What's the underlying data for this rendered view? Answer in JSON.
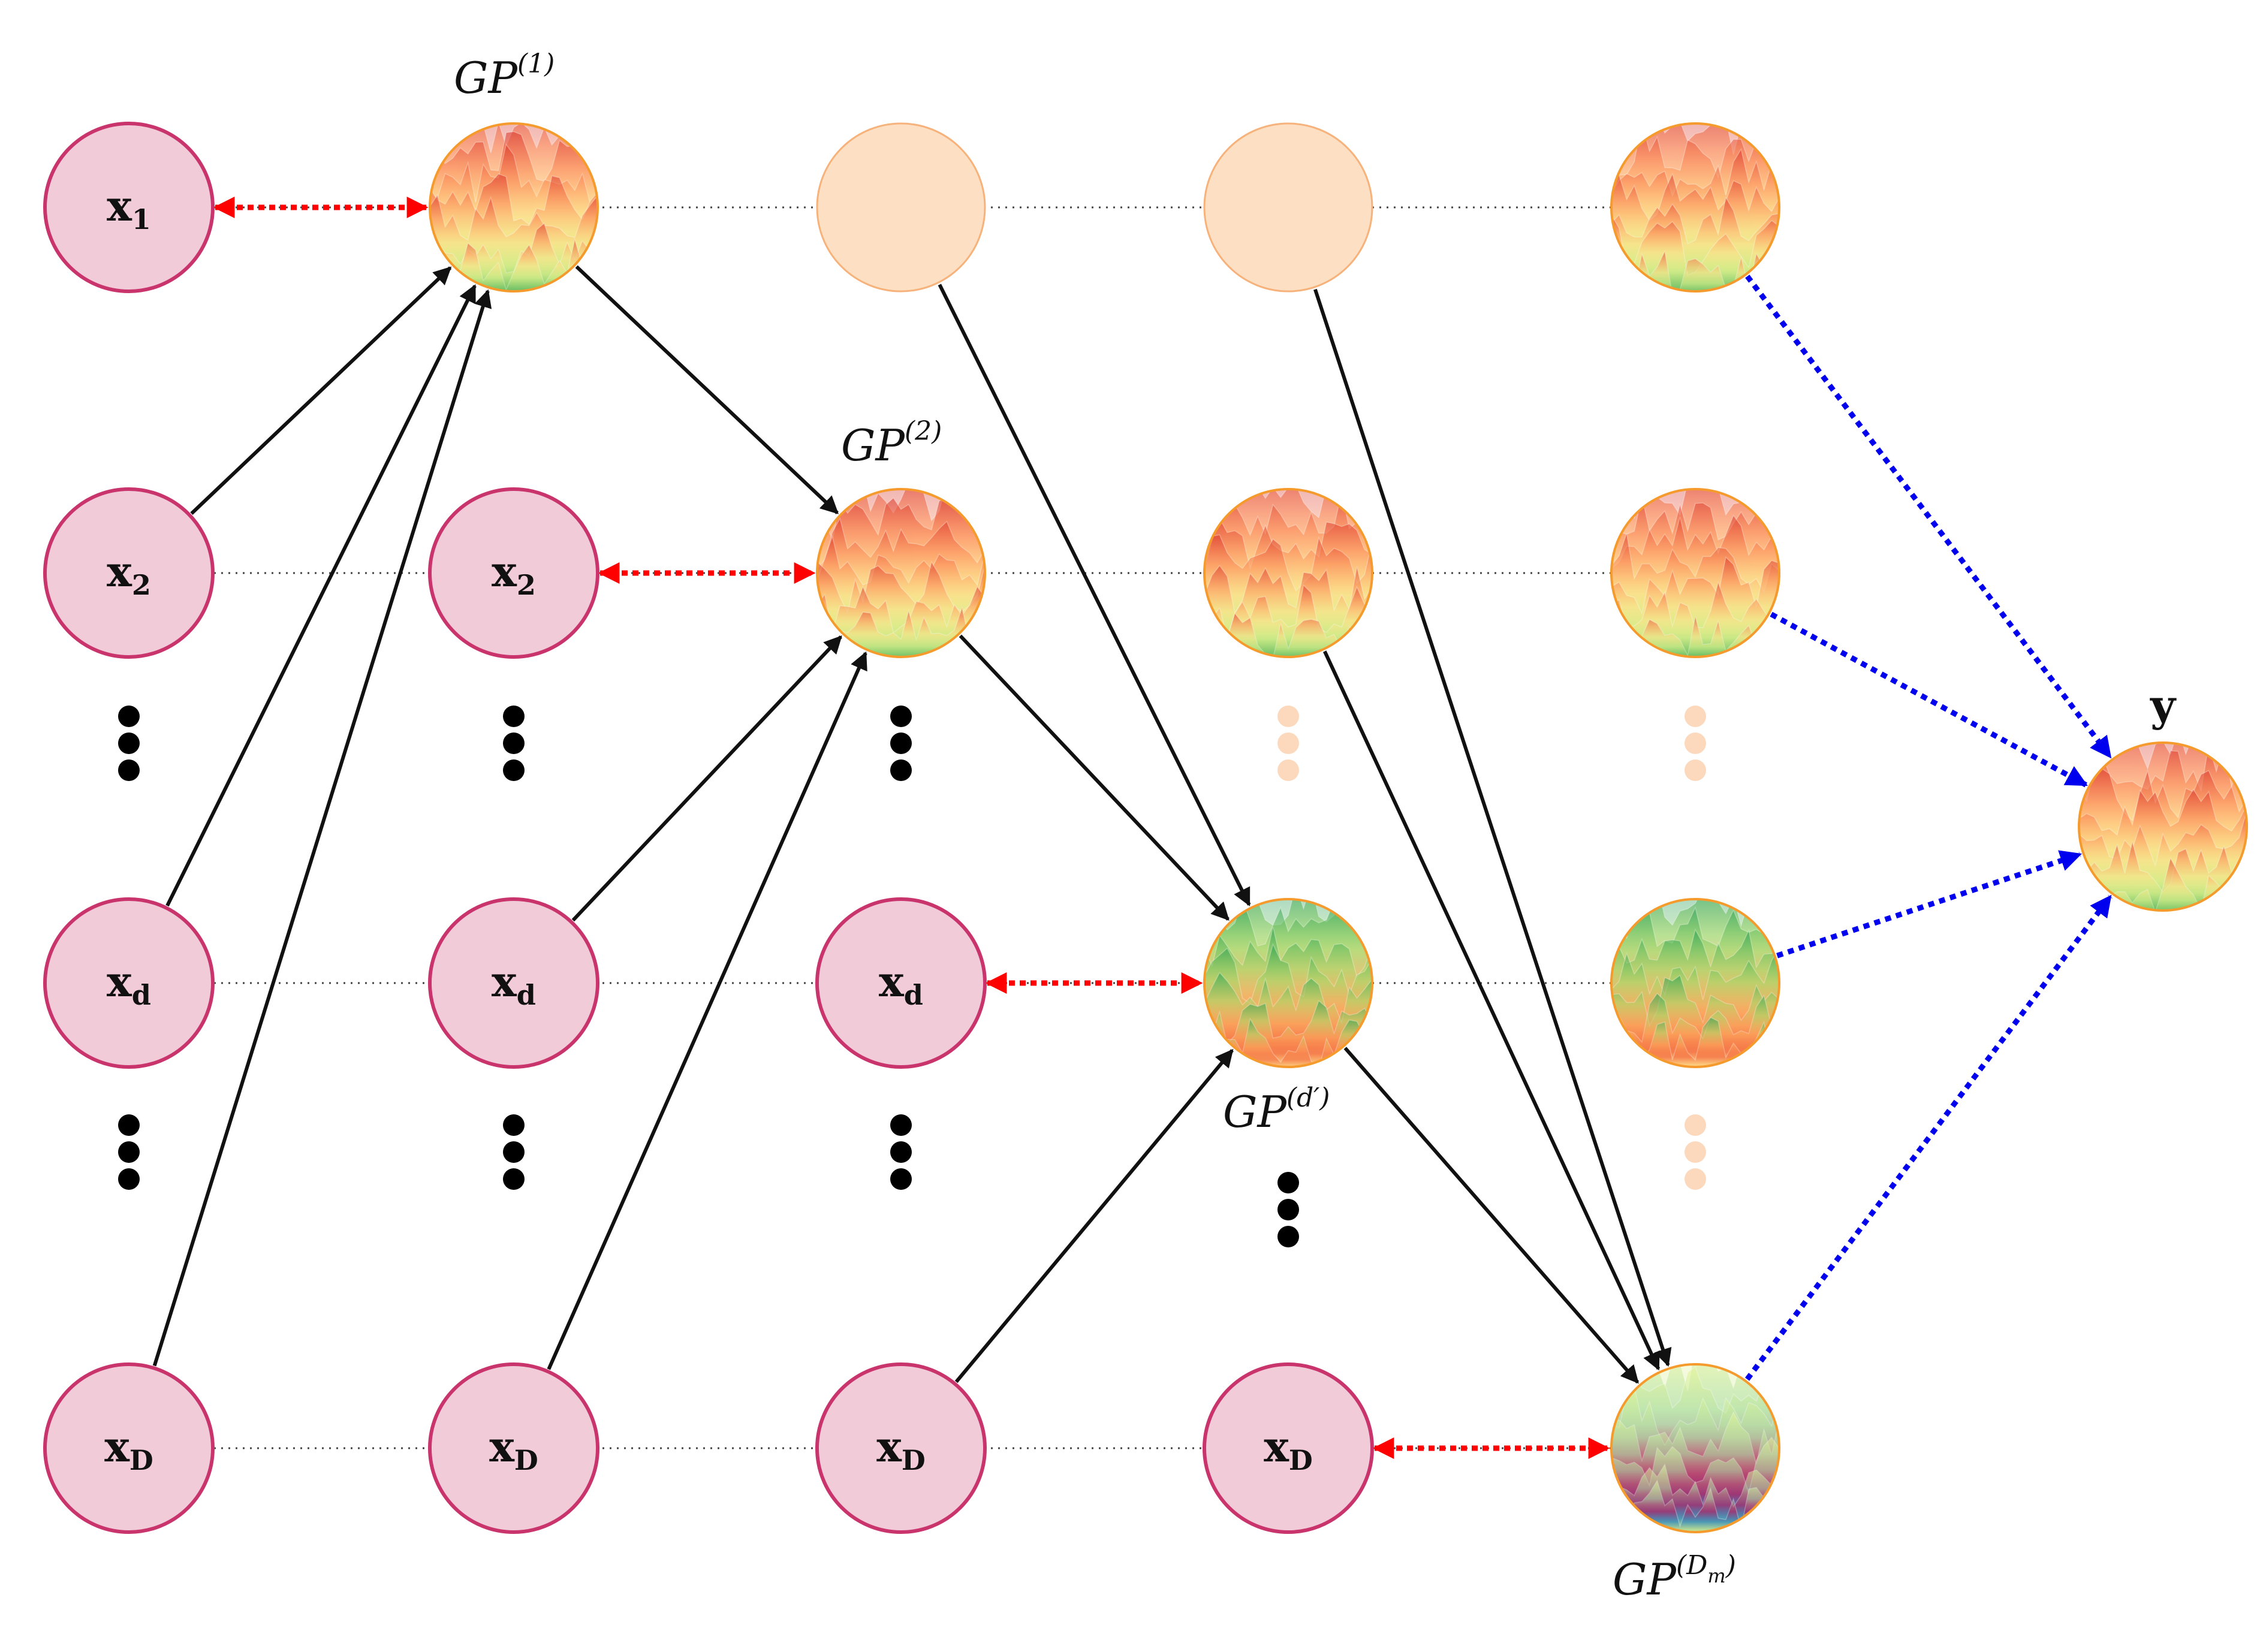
{
  "colors": {
    "input_fill": "#f2cbd9",
    "input_stroke": "#c8346b",
    "placeholder_fill": "#fde0c3",
    "placeholder_stroke": "#f6b27a",
    "gp_stroke": "#f59a2c",
    "solid_arrow": "#111111",
    "link_arrow": "#ff0000",
    "output_arrow": "#0000ee",
    "row_guide": "#444444",
    "dots": "#000000",
    "faded_dots": "#fcd9bd"
  },
  "labels": {
    "gp1": "GP",
    "gp1_sup": "(1)",
    "gp2": "GP",
    "gp2_sup": "(2)",
    "gpd": "GP",
    "gpd_sup": "(d′)",
    "gpdm": "GP",
    "gpdm_sup": "(D",
    "gpdm_sub": "m",
    "gpdm_close": ")",
    "y": "y"
  },
  "inputs": {
    "x": "x",
    "sub_1": "1",
    "sub_2": "2",
    "sub_d": "d",
    "sub_D": "D"
  },
  "nodes": [
    {
      "id": "x1_c1",
      "kind": "input",
      "sub": "1"
    },
    {
      "id": "x2_c1",
      "kind": "input",
      "sub": "2"
    },
    {
      "id": "xd_c1",
      "kind": "input",
      "sub": "d"
    },
    {
      "id": "xD_c1",
      "kind": "input",
      "sub": "D"
    },
    {
      "id": "gp1",
      "kind": "gp",
      "surface": "warm"
    },
    {
      "id": "x2_c2",
      "kind": "input",
      "sub": "2"
    },
    {
      "id": "xd_c2",
      "kind": "input",
      "sub": "d"
    },
    {
      "id": "xD_c2",
      "kind": "input",
      "sub": "D"
    },
    {
      "id": "ph_r1_c3",
      "kind": "placeholder"
    },
    {
      "id": "gp2",
      "kind": "gp",
      "surface": "warm"
    },
    {
      "id": "xd_c3",
      "kind": "input",
      "sub": "d"
    },
    {
      "id": "xD_c3",
      "kind": "input",
      "sub": "D"
    },
    {
      "id": "ph_r1_c4",
      "kind": "placeholder"
    },
    {
      "id": "gp2_copy_c4",
      "kind": "gp",
      "surface": "warm"
    },
    {
      "id": "gpd",
      "kind": "gp",
      "surface": "mixed"
    },
    {
      "id": "xD_c4",
      "kind": "input",
      "sub": "D"
    },
    {
      "id": "gp1_copy_c5",
      "kind": "gp",
      "surface": "warm"
    },
    {
      "id": "gp2_copy_c5",
      "kind": "gp",
      "surface": "warm"
    },
    {
      "id": "gpd_copy_c5",
      "kind": "gp",
      "surface": "mixed"
    },
    {
      "id": "gpdm",
      "kind": "gp",
      "surface": "cool"
    },
    {
      "id": "y",
      "kind": "gp",
      "surface": "warm"
    }
  ],
  "edges": [
    {
      "from": "x2_c1",
      "to": "gp1",
      "style": "solid"
    },
    {
      "from": "xd_c1",
      "to": "gp1",
      "style": "solid"
    },
    {
      "from": "xD_c1",
      "to": "gp1",
      "style": "solid"
    },
    {
      "from": "gp1",
      "to": "gp2",
      "style": "solid"
    },
    {
      "from": "xd_c2",
      "to": "gp2",
      "style": "solid"
    },
    {
      "from": "xD_c2",
      "to": "gp2",
      "style": "solid"
    },
    {
      "from": "ph_r1_c3",
      "to": "gpd",
      "style": "solid"
    },
    {
      "from": "gp2",
      "to": "gpd",
      "style": "solid"
    },
    {
      "from": "xD_c3",
      "to": "gpd",
      "style": "solid"
    },
    {
      "from": "ph_r1_c4",
      "to": "gpdm",
      "style": "solid"
    },
    {
      "from": "gp2_copy_c4",
      "to": "gpdm",
      "style": "solid"
    },
    {
      "from": "gpd",
      "to": "gpdm",
      "style": "solid"
    },
    {
      "from": "x1_c1",
      "to": "gp1",
      "style": "link"
    },
    {
      "from": "x2_c2",
      "to": "gp2",
      "style": "link"
    },
    {
      "from": "xd_c3",
      "to": "gpd",
      "style": "link"
    },
    {
      "from": "xD_c4",
      "to": "gpdm",
      "style": "link"
    },
    {
      "from": "gp1_copy_c5",
      "to": "y",
      "style": "output"
    },
    {
      "from": "gp2_copy_c5",
      "to": "y",
      "style": "output"
    },
    {
      "from": "gpd_copy_c5",
      "to": "y",
      "style": "output"
    },
    {
      "from": "gpdm",
      "to": "y",
      "style": "output"
    }
  ]
}
